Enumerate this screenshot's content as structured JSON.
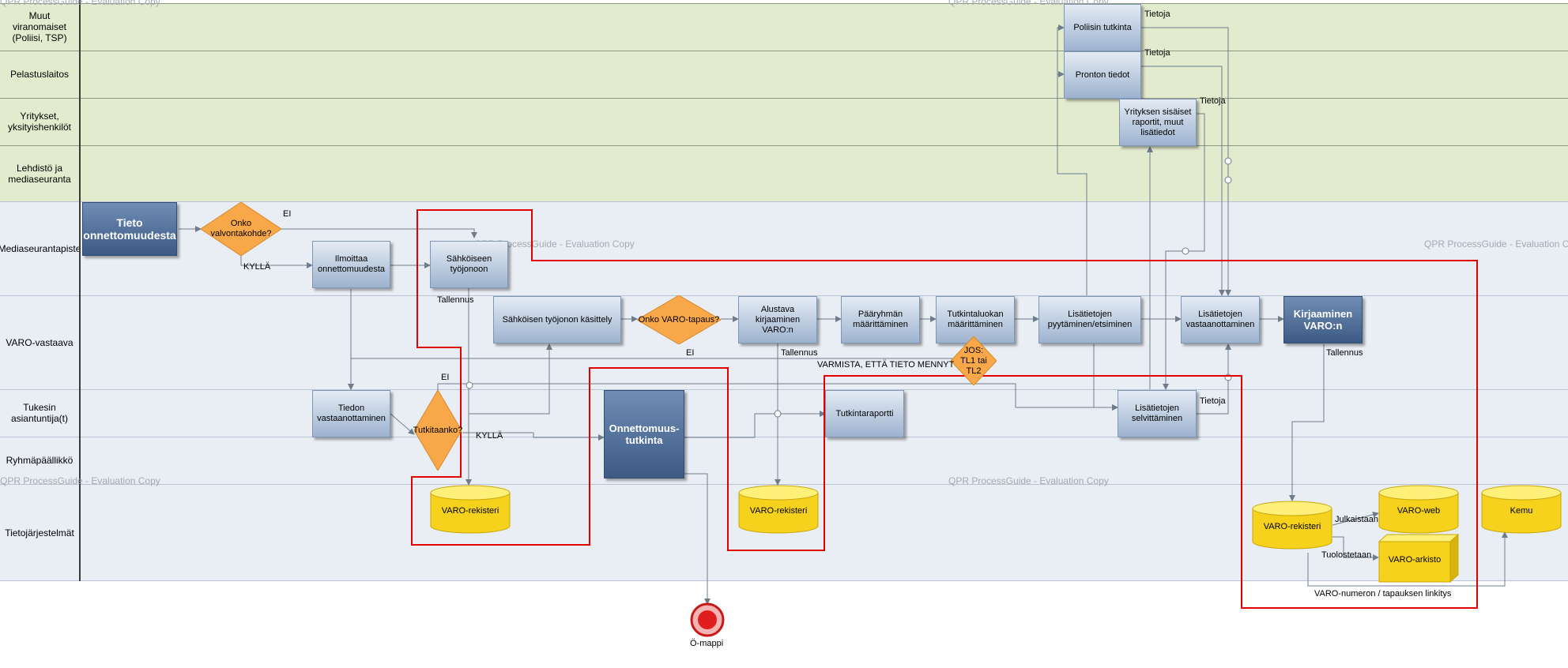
{
  "lanes": [
    {
      "label": "Muut\nviranomaiset\n(Poliisi, TSP)"
    },
    {
      "label": "Pelastuslaitos"
    },
    {
      "label": "Yritykset,\nyksityishenkilöt"
    },
    {
      "label": "Lehdistö ja\nmediaseuranta"
    },
    {
      "label": "Mediaseurantapiste"
    },
    {
      "label": "VARO-vastaava"
    },
    {
      "label": "Tukesin\nasiantuntija(t)"
    },
    {
      "label": "Ryhmäpäällikkö"
    },
    {
      "label": "Tietojärjestelmät"
    }
  ],
  "watermarks": {
    "text": "QPR ProcessGuide - Evaluation Copy",
    "text_cut": "QPR ProcessGuide - Evaluation C"
  },
  "activities": {
    "tieto": "Tieto\nonnettomuudesta",
    "ilmoittaa": "Ilmoittaa\nonnettomuudesta",
    "sahkoiseen": "Sähköiseen\ntyöjonoon",
    "kasittely": "Sähköisen työjonon käsittely",
    "alustava": "Alustava\nkirjaaminen VARO:n",
    "paaryhman": "Pääryhmän\nmäärittäminen",
    "tutkintaluokan": "Tutkintaluokan\nmäärittäminen",
    "lisatietojen_pyyt": "Lisätietojen\npyytäminen/etsiminen",
    "lisatietojen_vast": "Lisätietojen\nvastaanottaminen",
    "kirjaaminen": "Kirjaaminen\nVARO:n",
    "tiedon_vast": "Tiedon\nvastaanottaminen",
    "onnettomuustutkinta": "Onnettomuus-\ntutkinta",
    "tutkintaraportti": "Tutkintaraportti",
    "lisatietojen_selv": "Lisätietojen\nselvittäminen",
    "poliisin": "Poliisin tutkinta",
    "pronton": "Pronton tiedot",
    "yrityksen": "Yrityksen sisäiset\nraportit, muut\nlisätiedot"
  },
  "decisions": {
    "valvonta": "Onko\nvalvontakohde?",
    "varo_tapaus": "Onko VARO-tapaus?",
    "tutkitaanko": "Tutkitaanko?",
    "jos": "JOS:\nTL1 tai\nTL2"
  },
  "datastores": {
    "rek1": "VARO-rekisteri",
    "rek2": "VARO-rekisteri",
    "rek3": "VARO-rekisteri",
    "web": "VARO-web",
    "arkisto": "VARO-arkisto",
    "kemu": "Kemu"
  },
  "edge_labels": {
    "ei1": "EI",
    "kylla1": "KYLLÄ",
    "tallennus1": "Tallennus",
    "ei2": "EI",
    "tallennus2": "Tallennus",
    "varmista": "VARMISTA, ETTÄ TIETO MENNYT",
    "ei3": "EI",
    "kylla2": "KYLLÄ",
    "tallennus3": "Tallennus",
    "tietoja1": "Tietoja",
    "tietoja2": "Tietoja",
    "tietoja3": "Tietoja",
    "tietoja4": "Tietoja",
    "julkaistaan": "Julkaistaan",
    "tulostetaan": "Tuolostetaan",
    "linkitys": "VARO-numeron / tapauksen linkitys"
  },
  "end_event": {
    "label": "Ö-mappi"
  },
  "colors": {
    "lane_green": "#e3ebcf",
    "lane_blue": "#e9eef5",
    "decision": "#f8a848",
    "datastore": "#f6d21c",
    "highlight": "#e00000",
    "connector": "#6e7c8c"
  }
}
